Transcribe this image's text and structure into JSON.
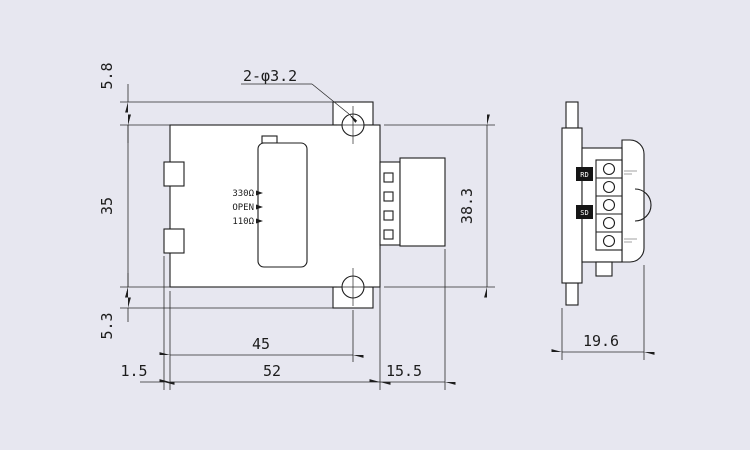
{
  "drawing": {
    "background": "#e7e7f0",
    "ink": "#1d1d1d",
    "callouts": {
      "mounting_holes": "2-φ3.2"
    },
    "dimensions": {
      "top_tab_height": "5.8",
      "body_height_left": "35",
      "bottom_tab_height": "5.3",
      "left_to_hole_center": "45",
      "body_width": "52",
      "left_clip_depth": "1.5",
      "connector_depth": "15.5",
      "body_height_right": "38.3",
      "side_depth": "19.6"
    },
    "front_view": {
      "resistor_settings": [
        "330Ω",
        "OPEN",
        "110Ω"
      ]
    },
    "side_view": {
      "led_labels": [
        "RD",
        "SD"
      ]
    }
  }
}
